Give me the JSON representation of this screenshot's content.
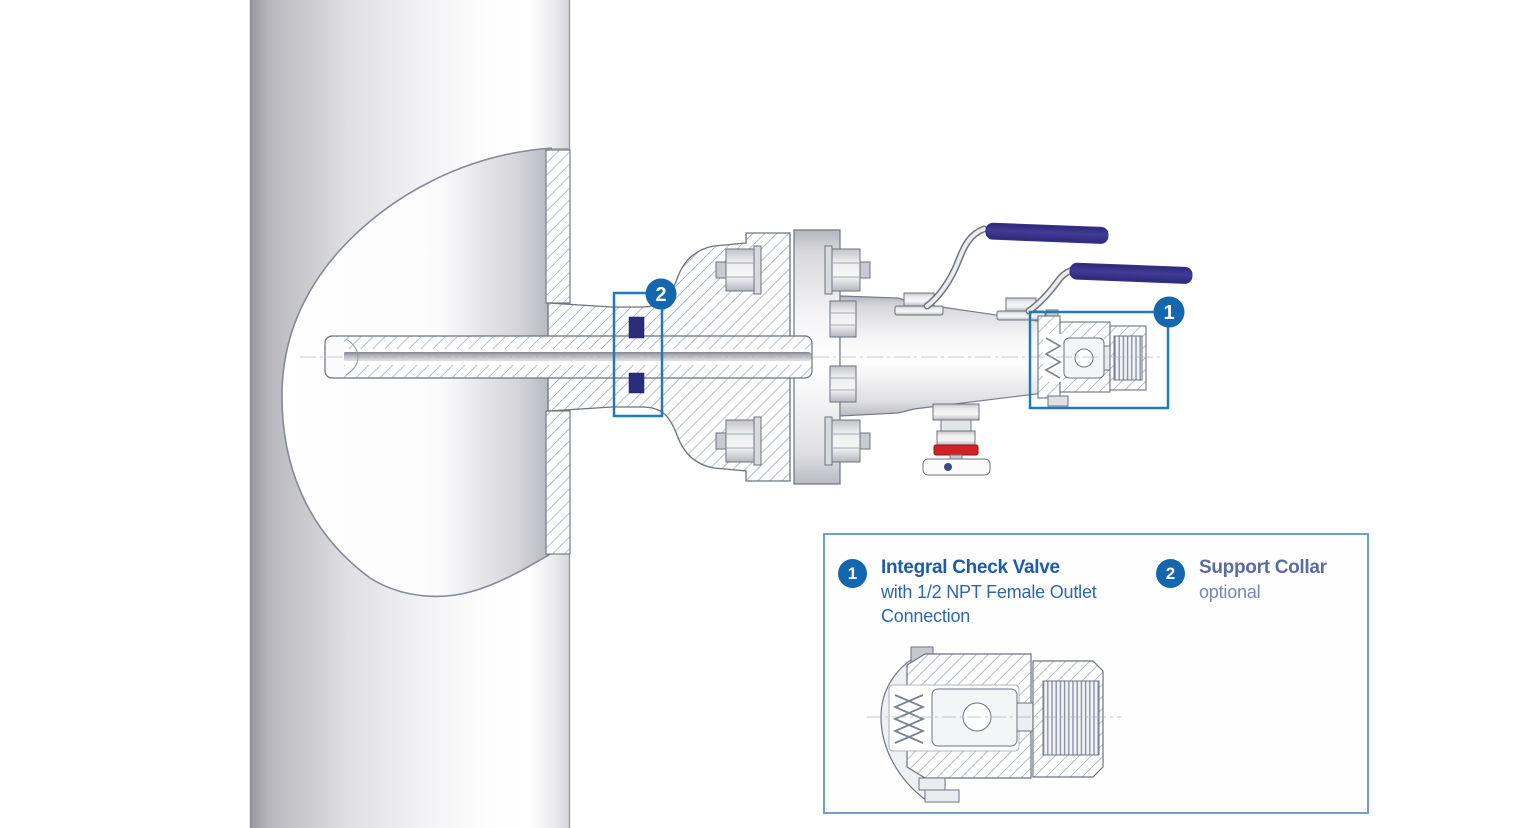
{
  "colors": {
    "badge_blue": "#1466af",
    "callout_stroke": "#1f7ab8",
    "legend_border": "#6f9fca",
    "title_strong": "#1c5cad",
    "desc_strong": "#2f67ab",
    "title_muted": "#5a6ca1",
    "desc_muted": "#7787b0",
    "handle_navy": "#38318b",
    "collar_navy": "#2a2c7c",
    "vent_red": "#d02125"
  },
  "diagram": {
    "badge_1": "1",
    "badge_2": "2"
  },
  "legend": {
    "items": [
      {
        "number": "1",
        "title": "Integral Check Valve",
        "description": "with 1/2 NPT Female Outlet Connection"
      },
      {
        "number": "2",
        "title": "Support Collar",
        "description": "optional"
      }
    ]
  }
}
